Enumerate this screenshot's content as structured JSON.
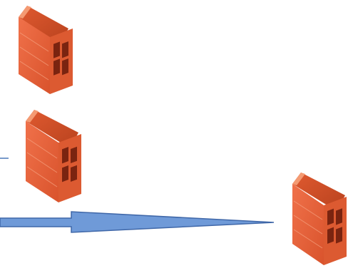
{
  "scene": {
    "background": "#ffffff",
    "objects": [
      {
        "name": "brick-top-left",
        "kind": "hollow-clay-brick"
      },
      {
        "name": "brick-middle-left",
        "kind": "hollow-clay-brick"
      },
      {
        "name": "brick-right",
        "kind": "hollow-clay-brick"
      }
    ],
    "connectors": [
      {
        "name": "short-line",
        "color": "#4a78b8"
      },
      {
        "name": "arrow",
        "fill": "#6f9ad8",
        "stroke": "#3f67a8"
      }
    ]
  },
  "colors": {
    "brick_front": "#e8643a",
    "brick_top": "#f28a5e",
    "brick_side": "#c94b25",
    "brick_hole": "#7a2410"
  }
}
